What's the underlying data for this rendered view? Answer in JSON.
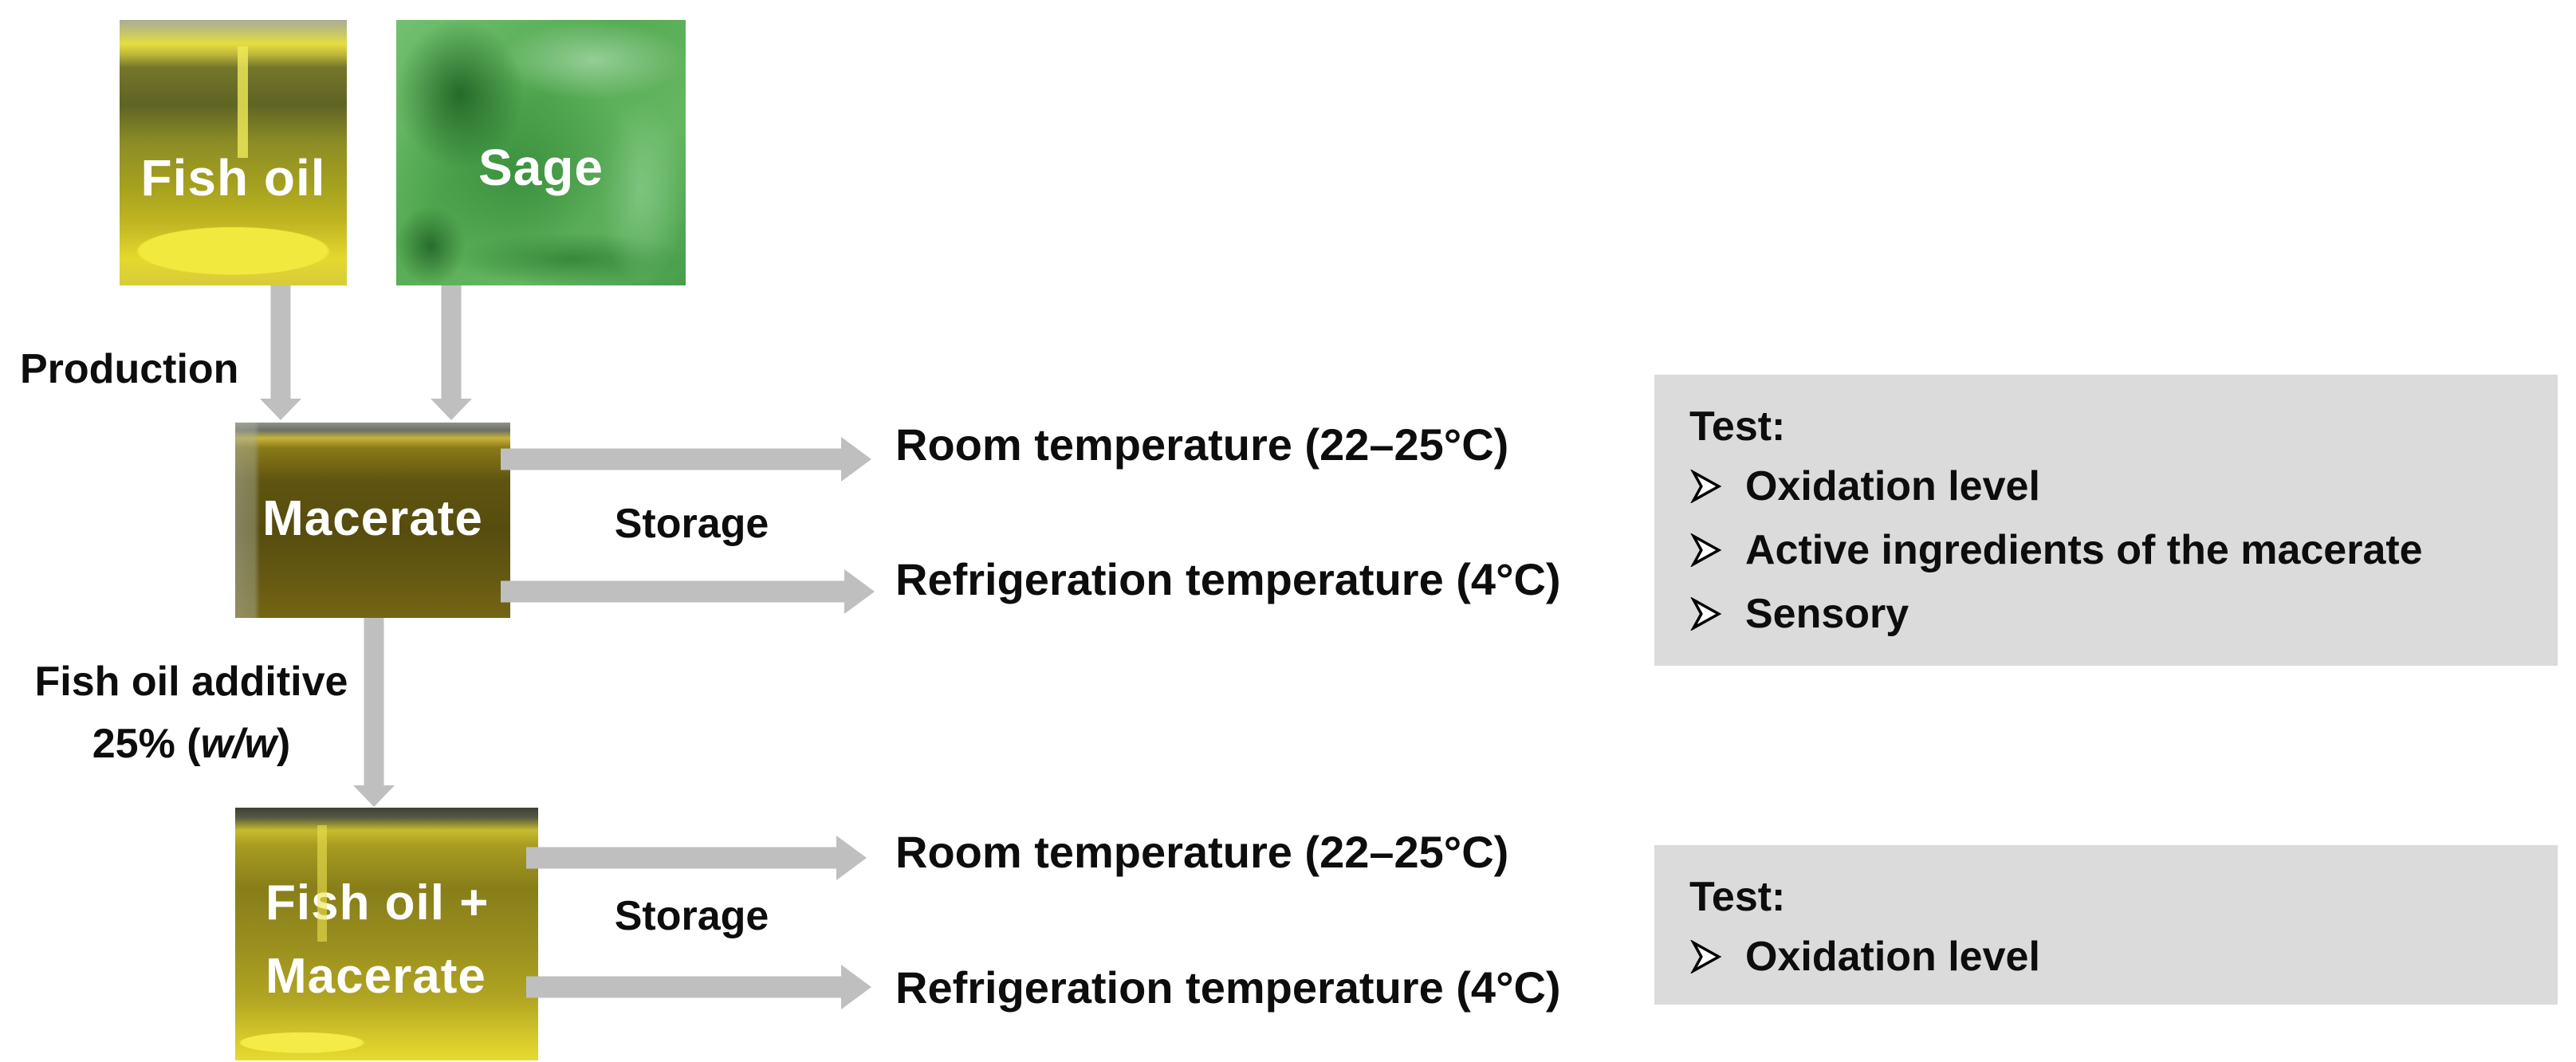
{
  "diagram": {
    "photos": {
      "fish_oil": {
        "label": "Fish oil"
      },
      "sage": {
        "label": "Sage"
      },
      "macerate": {
        "label": "Macerate"
      },
      "fish_oil_macerate": {
        "label_line1": "Fish oil +",
        "label_line2": "Macerate"
      }
    },
    "process_labels": {
      "production": "Production",
      "storage_top": "Storage",
      "storage_bottom": "Storage",
      "additive_line1": "Fish oil additive",
      "additive_prefix": "25% (",
      "additive_italic": "w/w",
      "additive_suffix": ")"
    },
    "storage_conditions": {
      "top_room": "Room temperature (22–25°C)",
      "top_refrigeration": "Refrigeration temperature (4°C)",
      "bottom_room": "Room temperature (22–25°C)",
      "bottom_refrigeration": "Refrigeration temperature (4°C)"
    },
    "test_boxes": {
      "top": {
        "title": "Test:",
        "items": [
          "Oxidation level",
          "Active ingredients of the macerate",
          "Sensory"
        ]
      },
      "bottom": {
        "title": "Test:",
        "items": [
          "Oxidation level"
        ]
      }
    },
    "icons": {
      "bullet": "➢"
    },
    "colors": {
      "arrow_gray": "#bfbfbf",
      "test_box_bg": "#dbdbdb",
      "text": "#0d0d0d",
      "photo_label": "#ffffff"
    }
  }
}
